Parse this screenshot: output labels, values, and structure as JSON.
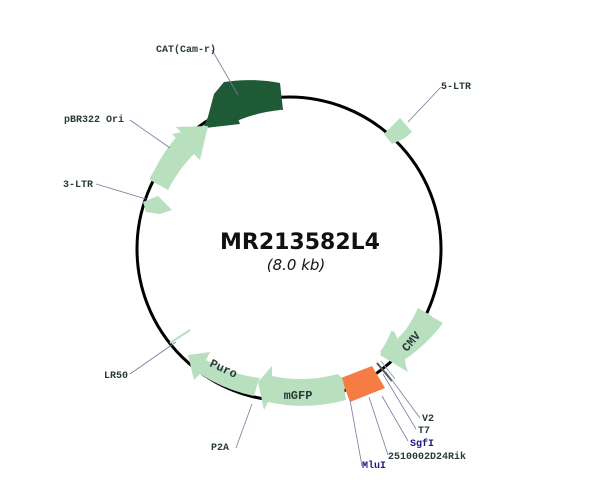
{
  "plasmid": {
    "name": "MR213582L4",
    "size_label": "(8.0 kb)"
  },
  "colors": {
    "backbone": "#000000",
    "feature_light": "#b8dfbe",
    "feature_dark": "#1e5a36",
    "insert": "#f57c45",
    "leader": "#7a7aa0",
    "site_label": "#1a1a7a"
  },
  "features": {
    "cat": {
      "label": "CAT(Cam-r)"
    },
    "ltr5": {
      "label": "5-LTR"
    },
    "ori": {
      "label": "pBR322 Ori"
    },
    "ltr3": {
      "label": "3-LTR"
    },
    "cmv": {
      "label": "CMV"
    },
    "mgfp": {
      "label": "mGFP"
    },
    "puro": {
      "label": "Puro"
    },
    "lr50": {
      "label": "LR50"
    },
    "p2a": {
      "label": "P2A"
    },
    "v2": {
      "label": "V2"
    },
    "t7": {
      "label": "T7"
    },
    "sgfi": {
      "label": "SgfI"
    },
    "gene": {
      "label": "2510002D24Rik"
    },
    "mlui": {
      "label": "MluI"
    }
  }
}
